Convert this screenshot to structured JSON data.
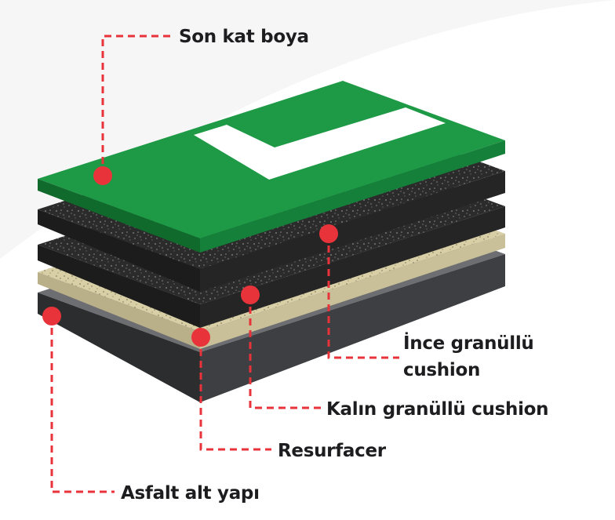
{
  "labels": {
    "top_coat": "Son kat boya",
    "fine_cushion_line1": "İnce granüllü",
    "fine_cushion_line2": "cushion",
    "coarse_cushion": "Kalın granüllü cushion",
    "resurfacer": "Resurfacer",
    "asphalt_base": "Asfalt alt yapı"
  },
  "colors": {
    "court_green": "#1e9a46",
    "court_line_white": "#ffffff",
    "granule_dark": "#2b2b2b",
    "resurfacer_tan": "#d8cfa6",
    "asphalt_gray": "#4a4b4e",
    "callout_red": "#e8333b"
  }
}
